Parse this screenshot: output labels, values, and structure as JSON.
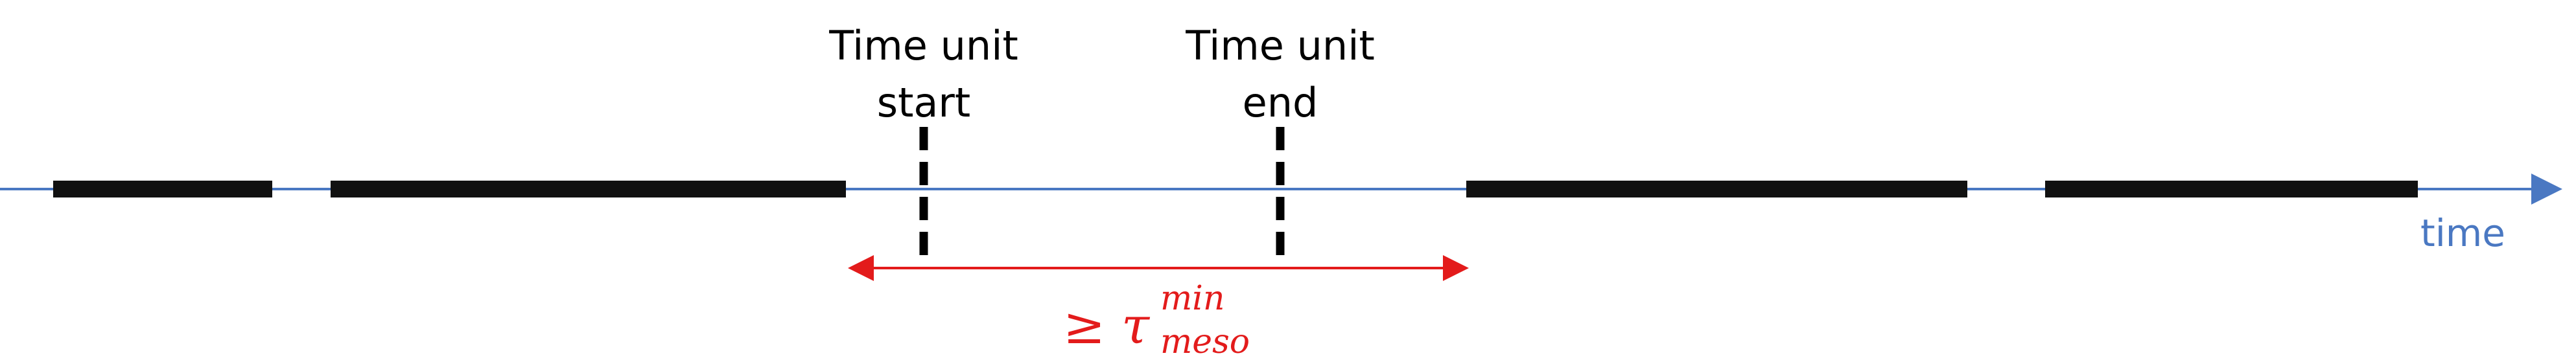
{
  "labels": {
    "start_line1": "Time unit",
    "start_line2": "start",
    "end_line1": "Time unit",
    "end_line2": "end",
    "axis": "time"
  },
  "annotation": {
    "geq": "≥",
    "tau": "τ",
    "superscript": "min",
    "subscript": "meso"
  },
  "colors": {
    "axis": "#4a78c2",
    "segments": "#111111",
    "markers": "#000000",
    "annotation": "#e31b1b",
    "text": "#000000"
  },
  "icons": {
    "axis_end": "arrowhead-right-icon",
    "interval_ends": "double-arrow-icon"
  }
}
